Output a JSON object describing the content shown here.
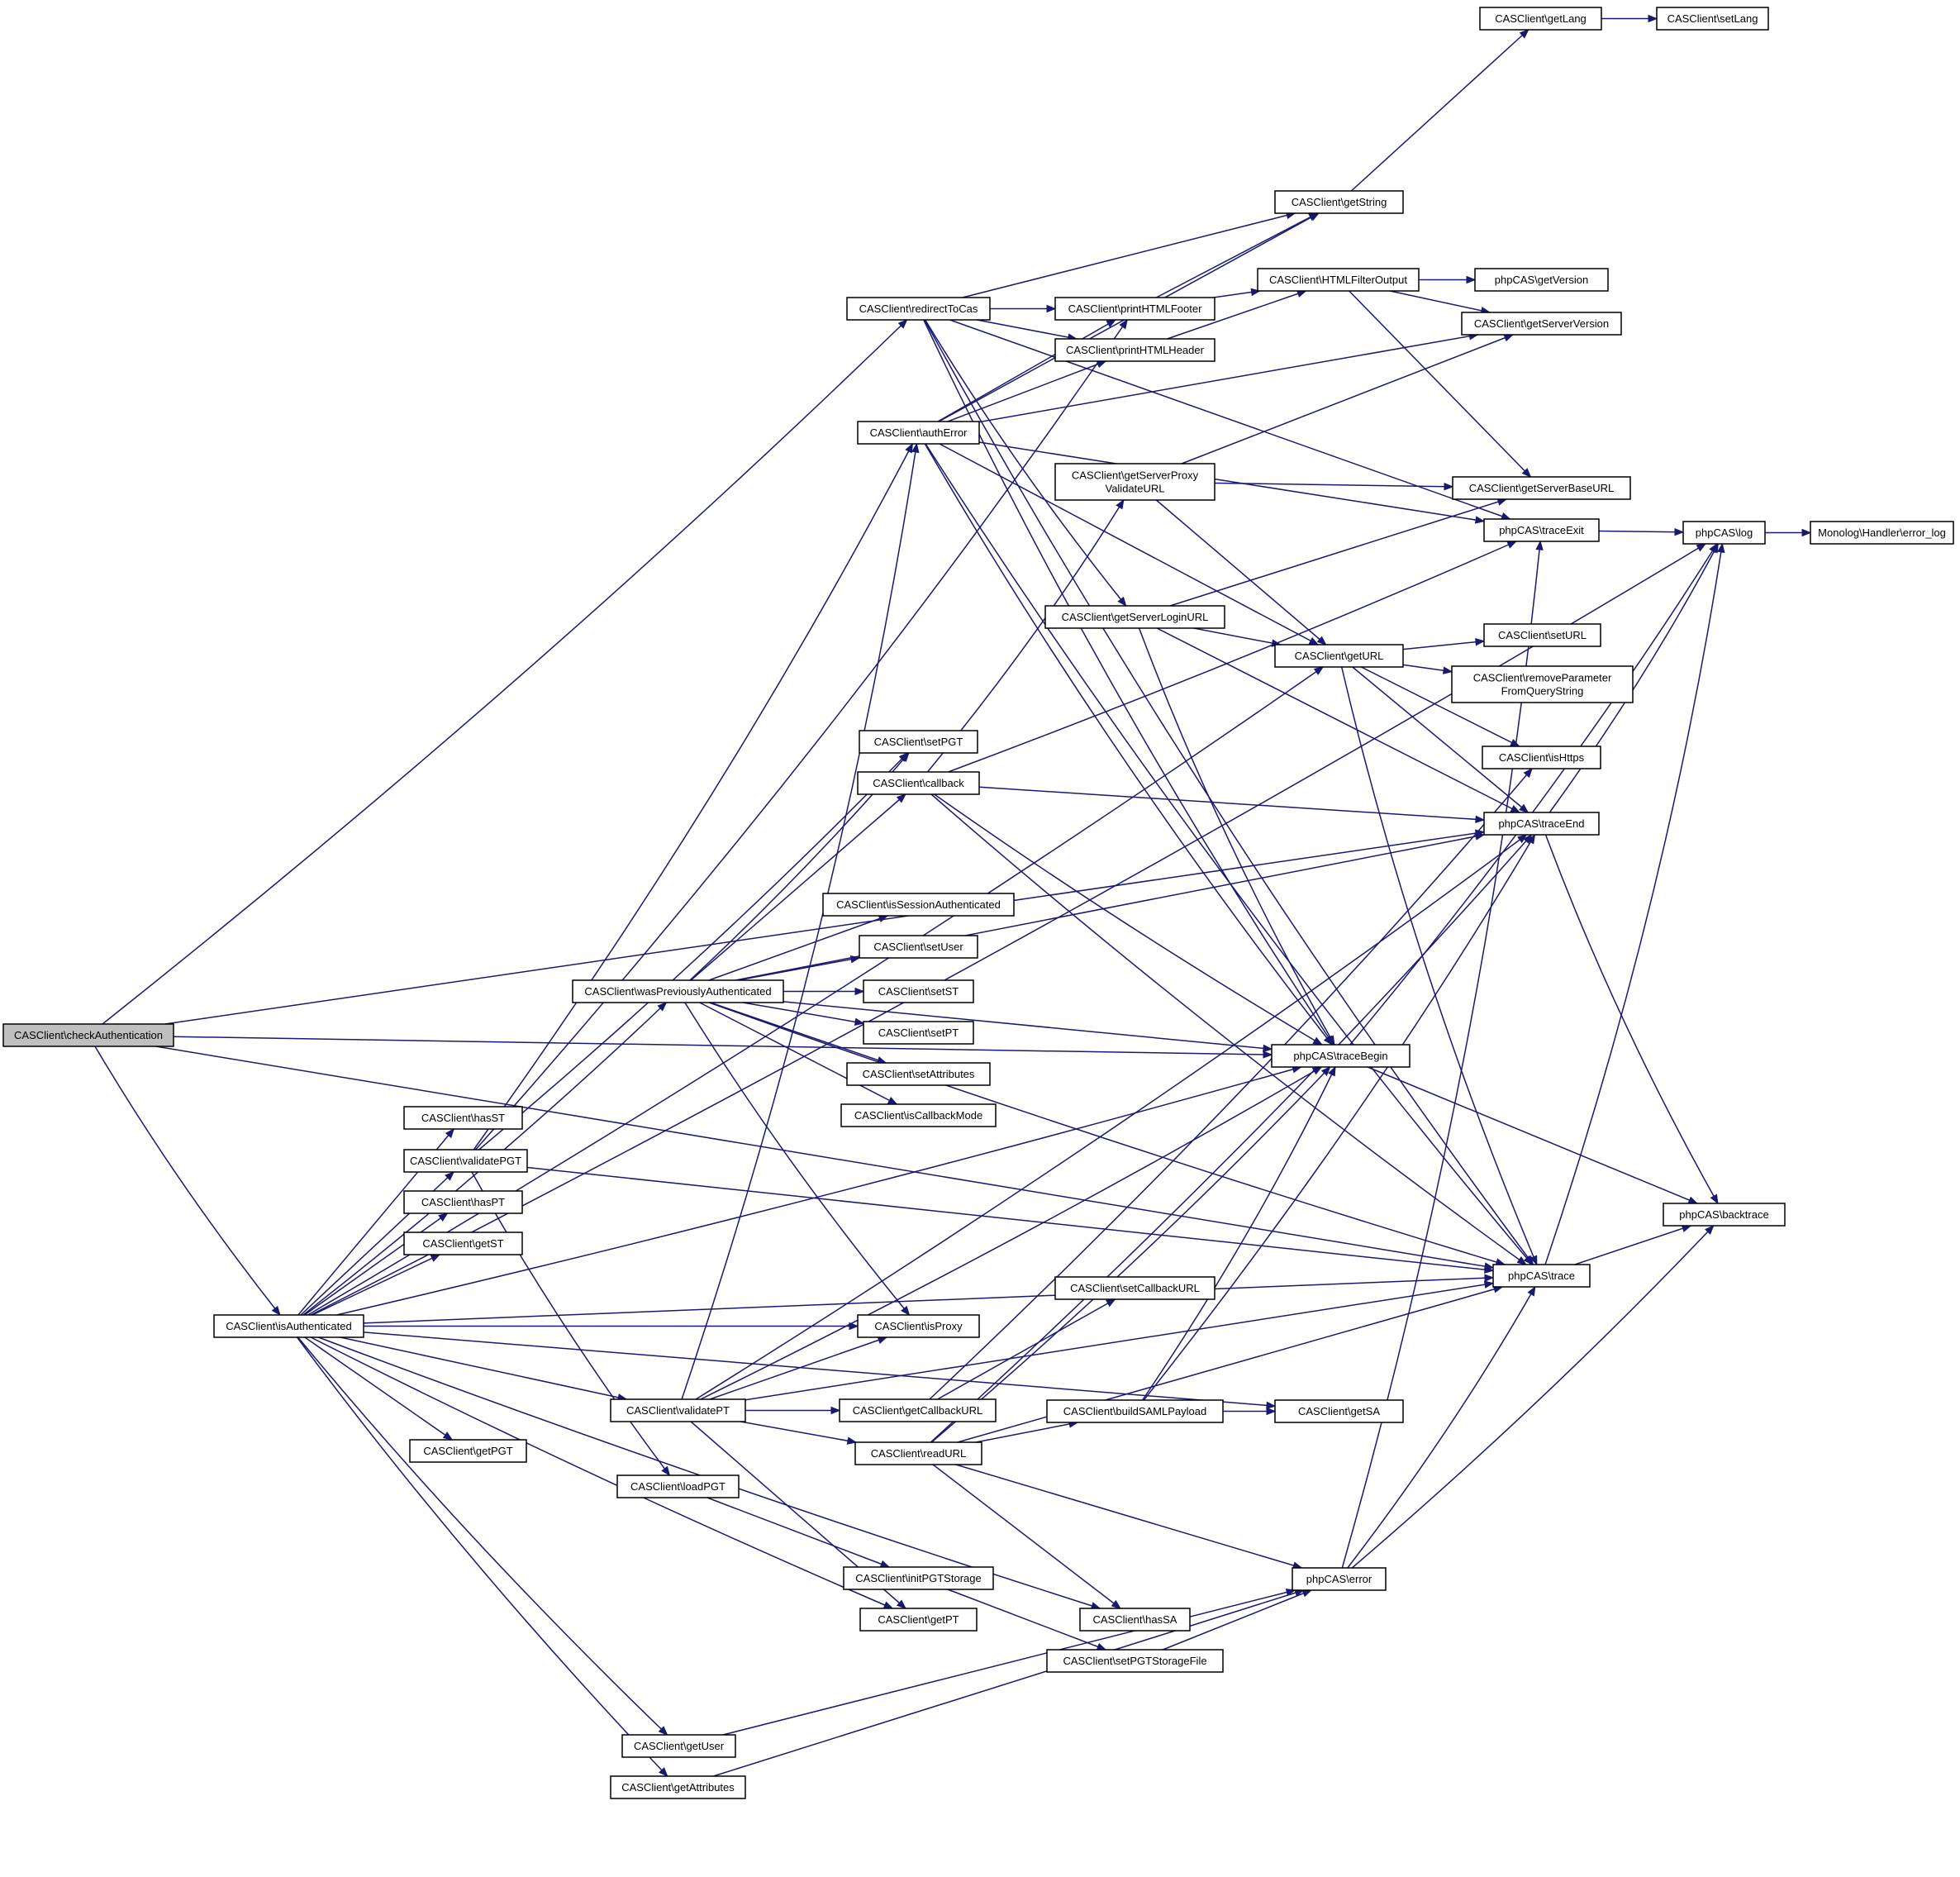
{
  "diagram": {
    "nodes": [
      {
        "id": "checkAuthentication",
        "label": "CASClient\\checkAuthentication",
        "root": true
      },
      {
        "id": "isAuthenticated",
        "label": "CASClient\\isAuthenticated"
      },
      {
        "id": "redirectToCas",
        "label": "CASClient\\redirectToCas"
      },
      {
        "id": "authError",
        "label": "CASClient\\authError"
      },
      {
        "id": "setPGT",
        "label": "CASClient\\setPGT"
      },
      {
        "id": "callback",
        "label": "CASClient\\callback"
      },
      {
        "id": "isSessionAuthenticated",
        "label": "CASClient\\isSessionAuthenticated"
      },
      {
        "id": "setUser",
        "label": "CASClient\\setUser"
      },
      {
        "id": "wasPreviouslyAuthenticated",
        "label": "CASClient\\wasPreviouslyAuthenticated"
      },
      {
        "id": "setST",
        "label": "CASClient\\setST"
      },
      {
        "id": "setPT",
        "label": "CASClient\\setPT"
      },
      {
        "id": "setAttributes",
        "label": "CASClient\\setAttributes"
      },
      {
        "id": "isCallbackMode",
        "label": "CASClient\\isCallbackMode"
      },
      {
        "id": "hasST",
        "label": "CASClient\\hasST"
      },
      {
        "id": "validatePGT",
        "label": "CASClient\\validatePGT"
      },
      {
        "id": "hasPT",
        "label": "CASClient\\hasPT"
      },
      {
        "id": "getST",
        "label": "CASClient\\getST"
      },
      {
        "id": "isProxy",
        "label": "CASClient\\isProxy"
      },
      {
        "id": "validatePT",
        "label": "CASClient\\validatePT"
      },
      {
        "id": "getCallbackURL",
        "label": "CASClient\\getCallbackURL"
      },
      {
        "id": "getPGT",
        "label": "CASClient\\getPGT"
      },
      {
        "id": "loadPGT",
        "label": "CASClient\\loadPGT"
      },
      {
        "id": "readURL",
        "label": "CASClient\\readURL"
      },
      {
        "id": "initPGTStorage",
        "label": "CASClient\\initPGTStorage"
      },
      {
        "id": "getPT",
        "label": "CASClient\\getPT"
      },
      {
        "id": "getUser",
        "label": "CASClient\\getUser"
      },
      {
        "id": "getAttributes",
        "label": "CASClient\\getAttributes"
      },
      {
        "id": "printHTMLFooter",
        "label": "CASClient\\printHTMLFooter"
      },
      {
        "id": "printHTMLHeader",
        "label": "CASClient\\printHTMLHeader"
      },
      {
        "id": "getServerProxyValidateURL",
        "label": "CASClient\\getServerProxy\nValidateURL"
      },
      {
        "id": "getServerLoginURL",
        "label": "CASClient\\getServerLoginURL"
      },
      {
        "id": "traceBegin",
        "label": "phpCAS\\traceBegin"
      },
      {
        "id": "setCallbackURL",
        "label": "CASClient\\setCallbackURL"
      },
      {
        "id": "buildSAMLPayload",
        "label": "CASClient\\buildSAMLPayload"
      },
      {
        "id": "hasSA",
        "label": "CASClient\\hasSA"
      },
      {
        "id": "setPGTStorageFile",
        "label": "CASClient\\setPGTStorageFile"
      },
      {
        "id": "getString",
        "label": "CASClient\\getString"
      },
      {
        "id": "HTMLFilterOutput",
        "label": "CASClient\\HTMLFilterOutput"
      },
      {
        "id": "getURL",
        "label": "CASClient\\getURL"
      },
      {
        "id": "getSA",
        "label": "CASClient\\getSA"
      },
      {
        "id": "error",
        "label": "phpCAS\\error"
      },
      {
        "id": "getLang",
        "label": "CASClient\\getLang"
      },
      {
        "id": "getVersion",
        "label": "phpCAS\\getVersion"
      },
      {
        "id": "getServerVersion",
        "label": "CASClient\\getServerVersion"
      },
      {
        "id": "getServerBaseURL",
        "label": "CASClient\\getServerBaseURL"
      },
      {
        "id": "traceExit",
        "label": "phpCAS\\traceExit"
      },
      {
        "id": "setURL",
        "label": "CASClient\\setURL"
      },
      {
        "id": "removeParameterFromQueryString",
        "label": "CASClient\\removeParameter\nFromQueryString"
      },
      {
        "id": "isHttps",
        "label": "CASClient\\isHttps"
      },
      {
        "id": "traceEnd",
        "label": "phpCAS\\traceEnd"
      },
      {
        "id": "trace",
        "label": "phpCAS\\trace"
      },
      {
        "id": "setLang",
        "label": "CASClient\\setLang"
      },
      {
        "id": "log",
        "label": "phpCAS\\log"
      },
      {
        "id": "backtrace",
        "label": "phpCAS\\backtrace"
      },
      {
        "id": "error_log",
        "label": "Monolog\\Handler\\error_log"
      }
    ],
    "edges": [
      [
        "checkAuthentication",
        "isAuthenticated"
      ],
      [
        "checkAuthentication",
        "redirectToCas"
      ],
      [
        "checkAuthentication",
        "traceBegin"
      ],
      [
        "checkAuthentication",
        "traceEnd"
      ],
      [
        "checkAuthentication",
        "trace"
      ],
      [
        "isAuthenticated",
        "hasST"
      ],
      [
        "isAuthenticated",
        "validatePGT"
      ],
      [
        "isAuthenticated",
        "hasPT"
      ],
      [
        "isAuthenticated",
        "getST"
      ],
      [
        "isAuthenticated",
        "wasPreviouslyAuthenticated"
      ],
      [
        "isAuthenticated",
        "isProxy"
      ],
      [
        "isAuthenticated",
        "validatePT"
      ],
      [
        "isAuthenticated",
        "getPGT"
      ],
      [
        "isAuthenticated",
        "getPT"
      ],
      [
        "isAuthenticated",
        "hasSA"
      ],
      [
        "isAuthenticated",
        "getSA"
      ],
      [
        "isAuthenticated",
        "getUser"
      ],
      [
        "isAuthenticated",
        "getAttributes"
      ],
      [
        "isAuthenticated",
        "traceBegin"
      ],
      [
        "isAuthenticated",
        "getURL"
      ],
      [
        "isAuthenticated",
        "log"
      ],
      [
        "isAuthenticated",
        "trace"
      ],
      [
        "redirectToCas",
        "getServerLoginURL"
      ],
      [
        "redirectToCas",
        "printHTMLHeader"
      ],
      [
        "redirectToCas",
        "printHTMLFooter"
      ],
      [
        "redirectToCas",
        "getString"
      ],
      [
        "redirectToCas",
        "traceBegin"
      ],
      [
        "redirectToCas",
        "traceExit"
      ],
      [
        "redirectToCas",
        "trace"
      ],
      [
        "authError",
        "printHTMLHeader"
      ],
      [
        "authError",
        "printHTMLFooter"
      ],
      [
        "authError",
        "getString"
      ],
      [
        "authError",
        "getServerVersion"
      ],
      [
        "authError",
        "getURL"
      ],
      [
        "authError",
        "traceExit"
      ],
      [
        "authError",
        "traceBegin"
      ],
      [
        "authError",
        "trace"
      ],
      [
        "callback",
        "getServerProxyValidateURL"
      ],
      [
        "callback",
        "traceBegin"
      ],
      [
        "callback",
        "traceEnd"
      ],
      [
        "callback",
        "traceExit"
      ],
      [
        "callback",
        "trace"
      ],
      [
        "wasPreviouslyAuthenticated",
        "setPGT"
      ],
      [
        "wasPreviouslyAuthenticated",
        "callback"
      ],
      [
        "wasPreviouslyAuthenticated",
        "isSessionAuthenticated"
      ],
      [
        "wasPreviouslyAuthenticated",
        "setUser"
      ],
      [
        "wasPreviouslyAuthenticated",
        "setST"
      ],
      [
        "wasPreviouslyAuthenticated",
        "setPT"
      ],
      [
        "wasPreviouslyAuthenticated",
        "setAttributes"
      ],
      [
        "wasPreviouslyAuthenticated",
        "isCallbackMode"
      ],
      [
        "wasPreviouslyAuthenticated",
        "isProxy"
      ],
      [
        "wasPreviouslyAuthenticated",
        "traceBegin"
      ],
      [
        "wasPreviouslyAuthenticated",
        "traceEnd"
      ],
      [
        "wasPreviouslyAuthenticated",
        "trace"
      ],
      [
        "validatePGT",
        "authError"
      ],
      [
        "validatePGT",
        "setPGT"
      ],
      [
        "validatePGT",
        "loadPGT"
      ],
      [
        "validatePGT",
        "trace"
      ],
      [
        "validatePGT",
        "printHTMLFooter"
      ],
      [
        "validatePT",
        "isProxy"
      ],
      [
        "validatePT",
        "getCallbackURL"
      ],
      [
        "validatePT",
        "readURL"
      ],
      [
        "validatePT",
        "getPT"
      ],
      [
        "validatePT",
        "authError"
      ],
      [
        "validatePT",
        "traceBegin"
      ],
      [
        "validatePT",
        "traceEnd"
      ],
      [
        "validatePT",
        "trace"
      ],
      [
        "getCallbackURL",
        "setCallbackURL"
      ],
      [
        "getCallbackURL",
        "isHttps"
      ],
      [
        "readURL",
        "buildSAMLPayload"
      ],
      [
        "readURL",
        "hasSA"
      ],
      [
        "readURL",
        "error"
      ],
      [
        "readURL",
        "traceBegin"
      ],
      [
        "readURL",
        "traceEnd"
      ],
      [
        "readURL",
        "trace"
      ],
      [
        "loadPGT",
        "initPGTStorage"
      ],
      [
        "initPGTStorage",
        "setPGTStorageFile"
      ],
      [
        "setPGTStorageFile",
        "error"
      ],
      [
        "getUser",
        "error"
      ],
      [
        "getAttributes",
        "error"
      ],
      [
        "buildSAMLPayload",
        "getSA"
      ],
      [
        "buildSAMLPayload",
        "traceBegin"
      ],
      [
        "buildSAMLPayload",
        "traceEnd"
      ],
      [
        "printHTMLFooter",
        "HTMLFilterOutput"
      ],
      [
        "printHTMLFooter",
        "getString"
      ],
      [
        "printHTMLHeader",
        "HTMLFilterOutput"
      ],
      [
        "getServerProxyValidateURL",
        "getServerBaseURL"
      ],
      [
        "getServerProxyValidateURL",
        "getServerVersion"
      ],
      [
        "getServerProxyValidateURL",
        "getURL"
      ],
      [
        "getServerLoginURL",
        "getURL"
      ],
      [
        "getServerLoginURL",
        "getServerBaseURL"
      ],
      [
        "getServerLoginURL",
        "traceBegin"
      ],
      [
        "getServerLoginURL",
        "traceEnd"
      ],
      [
        "getString",
        "getLang"
      ],
      [
        "getLang",
        "setLang"
      ],
      [
        "HTMLFilterOutput",
        "getVersion"
      ],
      [
        "HTMLFilterOutput",
        "getServerVersion"
      ],
      [
        "HTMLFilterOutput",
        "getServerBaseURL"
      ],
      [
        "getURL",
        "setURL"
      ],
      [
        "getURL",
        "removeParameterFromQueryString"
      ],
      [
        "getURL",
        "isHttps"
      ],
      [
        "getURL",
        "traceEnd"
      ],
      [
        "getURL",
        "trace"
      ],
      [
        "traceBegin",
        "log"
      ],
      [
        "traceBegin",
        "backtrace"
      ],
      [
        "traceExit",
        "log"
      ],
      [
        "traceEnd",
        "log"
      ],
      [
        "traceEnd",
        "backtrace"
      ],
      [
        "trace",
        "log"
      ],
      [
        "trace",
        "backtrace"
      ],
      [
        "error",
        "traceExit"
      ],
      [
        "error",
        "backtrace"
      ],
      [
        "error",
        "trace"
      ],
      [
        "log",
        "error_log"
      ]
    ]
  }
}
